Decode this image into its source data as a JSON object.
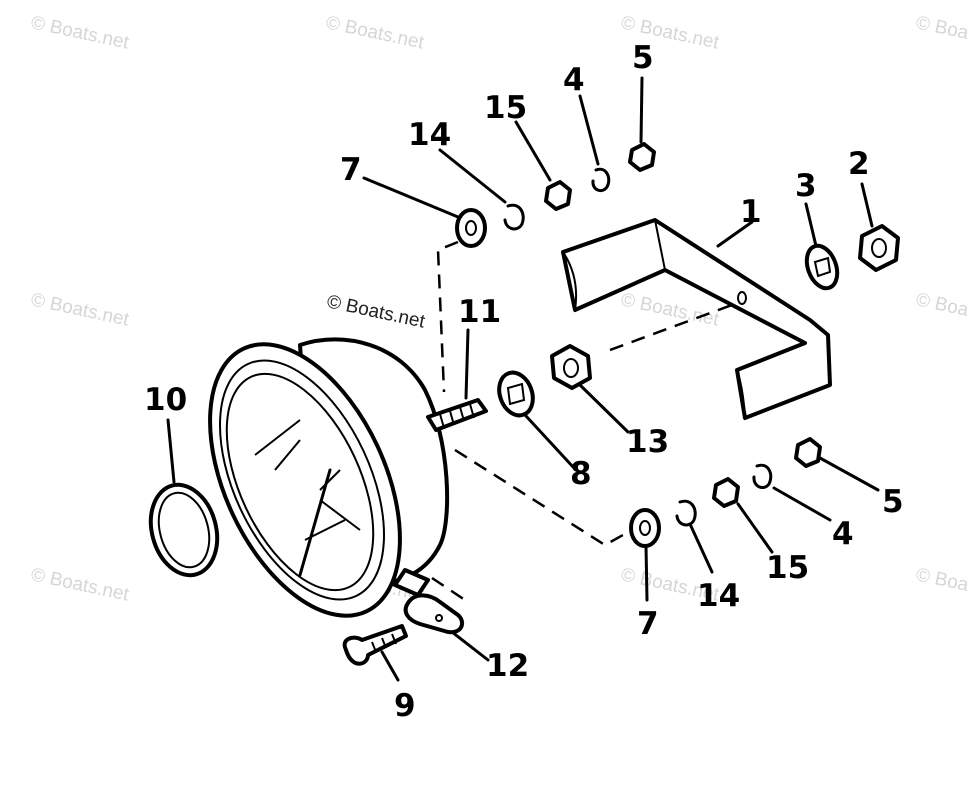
{
  "diagram": {
    "watermark": "© Boats.net",
    "labels": {
      "p1": "1",
      "p2": "2",
      "p3": "3",
      "p4a": "4",
      "p4b": "4",
      "p5a": "5",
      "p5b": "5",
      "p7a": "7",
      "p7b": "7",
      "p8": "8",
      "p9": "9",
      "p10": "10",
      "p11": "11",
      "p12": "12",
      "p13": "13",
      "p14a": "14",
      "p14b": "14",
      "p15a": "15",
      "p15b": "15"
    }
  }
}
